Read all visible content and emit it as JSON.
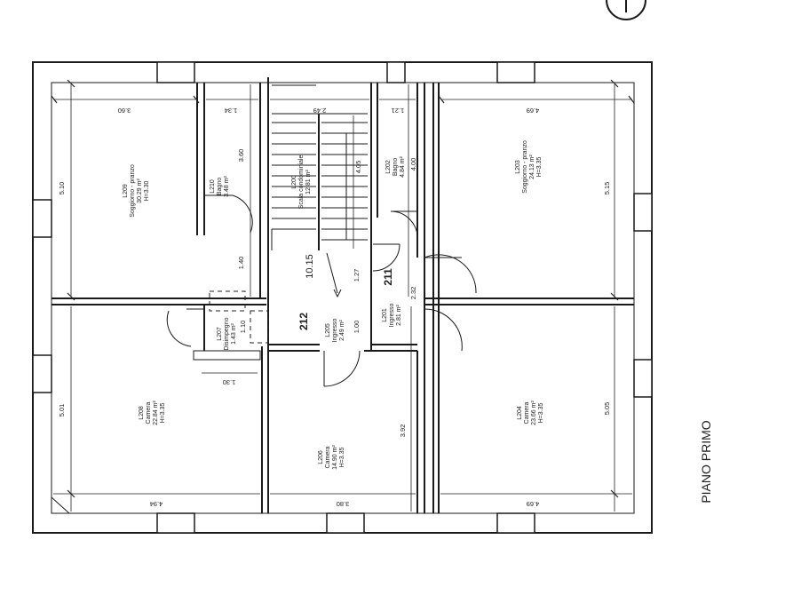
{
  "plan": {
    "title": "PIANO PRIMO",
    "level": "10.15",
    "stair_numbers": [
      "212",
      "211"
    ],
    "rooms": [
      {
        "code": "L209",
        "name": "Soggiorno - pranzo",
        "area": "30.29 m²",
        "height": "H=3.30"
      },
      {
        "code": "L210",
        "name": "Bagno",
        "area": "3.48 m²",
        "height": ""
      },
      {
        "code": "L200",
        "name": "Scala condominiale",
        "area": "12.81 m²",
        "height": ""
      },
      {
        "code": "L202",
        "name": "Bagno",
        "area": "4.84 m²",
        "height": ""
      },
      {
        "code": "L203",
        "name": "Soggiorno - pranzo",
        "area": "24.13 m²",
        "height": "H=3.35"
      },
      {
        "code": "L207",
        "name": "Disimpegno",
        "area": "1.43 m²",
        "height": ""
      },
      {
        "code": "L205",
        "name": "Ingresso",
        "area": "2.49 m²",
        "height": ""
      },
      {
        "code": "L201",
        "name": "Ingresso",
        "area": "2.81 m²",
        "height": ""
      },
      {
        "code": "L208",
        "name": "Camera",
        "area": "22.84 m²",
        "height": "H=3.35"
      },
      {
        "code": "L206",
        "name": "Camera",
        "area": "14.90 m²",
        "height": "H=3.35"
      },
      {
        "code": "L204",
        "name": "Camera",
        "area": "23.66 m²",
        "height": "H=3.35"
      }
    ],
    "dimensions": {
      "d_360": "3.60",
      "d_134": "1.34",
      "d_249": "2.49",
      "d_121": "1.21",
      "d_469_top": "4.69",
      "d_510": "5.10",
      "d_360v": "3.60",
      "d_140": "1.40",
      "d_405": "4.05",
      "d_400": "4.00",
      "d_515": "5.15",
      "d_127": "1.27",
      "d_232": "2.32",
      "d_110": "1.10",
      "d_130": "1.30",
      "d_100": "1.00",
      "d_501": "5.01",
      "d_392": "3.92",
      "d_505": "5.05",
      "d_494": "4.94",
      "d_380": "3.80",
      "d_469_bot": "4.69"
    }
  }
}
